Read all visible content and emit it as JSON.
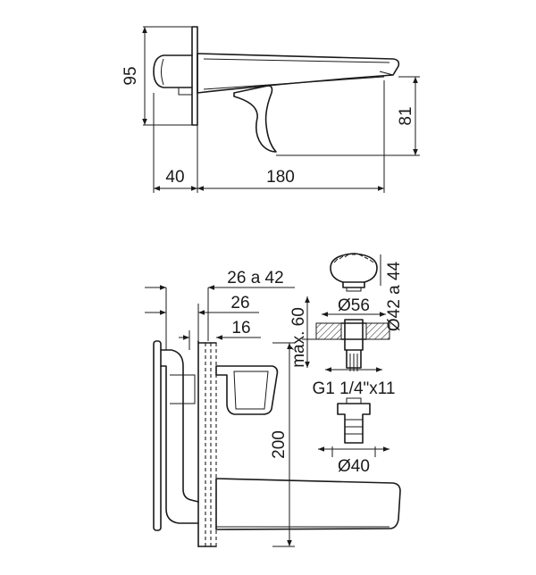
{
  "top_view": {
    "dim_height_total": "95",
    "dim_height_spout": "81",
    "dim_depth_body": "40",
    "dim_spout_length": "180"
  },
  "side_view": {
    "dim_wall_range": "26 a 42",
    "dim_wall_26": "26",
    "dim_wall_16": "16",
    "dim_height_200": "200"
  },
  "detail": {
    "dim_max_60": "máx. 60",
    "dim_diam_56": "Ø56",
    "dim_diam_42_44": "Ø42 a 44",
    "dim_thread": "G1 1/4\"x11",
    "dim_diam_40": "Ø40"
  }
}
